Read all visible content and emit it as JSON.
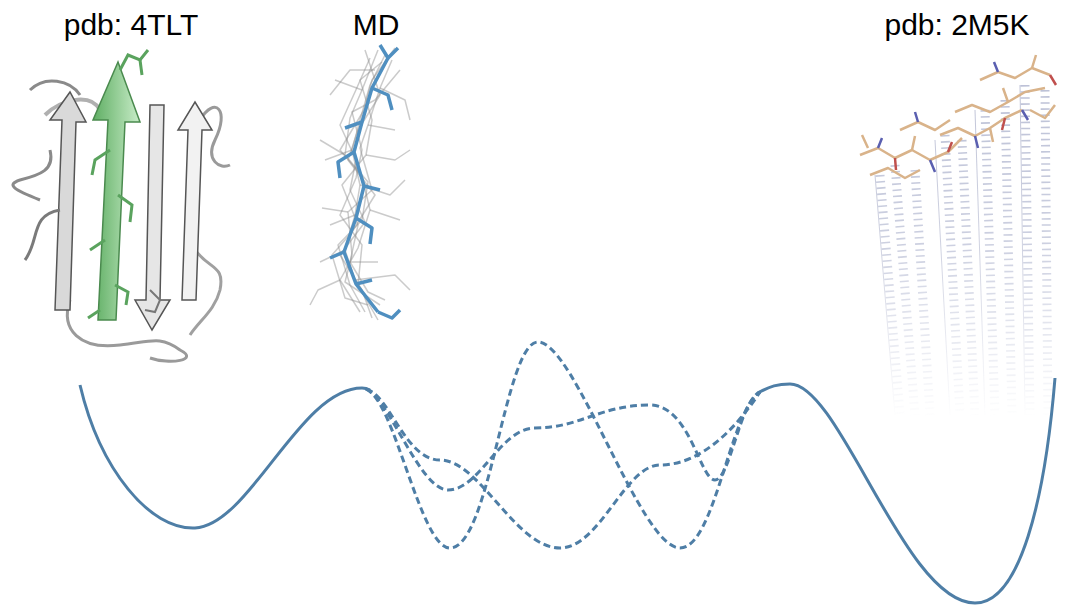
{
  "diagram": {
    "labels": [
      "pdb: 4TLT",
      "MD",
      "pdb: 2M5K"
    ]
  }
}
